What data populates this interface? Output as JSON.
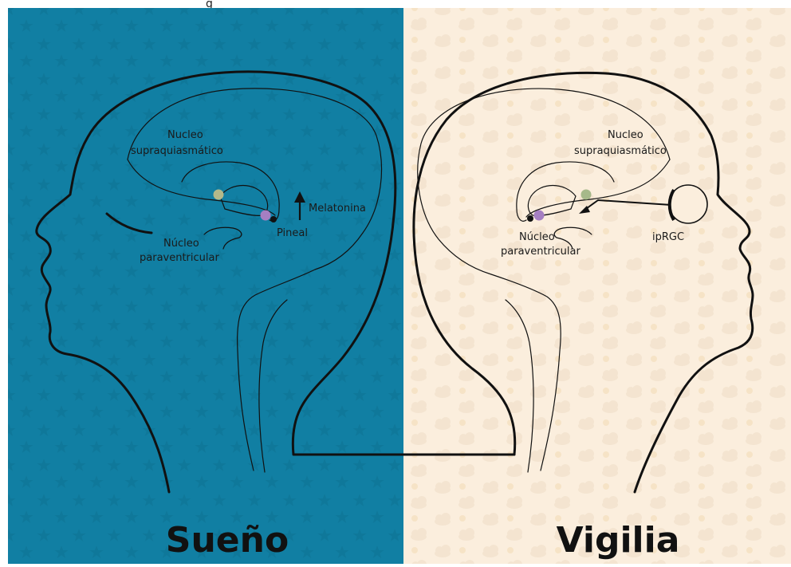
{
  "header_text": "g",
  "sleep_panel": {
    "title": "Sueño",
    "label_scn_line1": "Nucleo",
    "label_scn_line2": "supraquiasmático",
    "label_pvn_line1": "Núcleo",
    "label_pvn_line2": "paraventricular",
    "label_pineal": "Pineal",
    "label_melatonin": "Melatonina"
  },
  "wake_panel": {
    "title": "Vigilia",
    "label_scn_line1": "Nucleo",
    "label_scn_line2": "supraquiasmático",
    "label_pvn_line1": "Núcleo",
    "label_pvn_line2": "paraventricular",
    "label_iprgc": "ipRGC"
  },
  "colors": {
    "sleep_background": "#117fa3",
    "wake_background": "#fbeedd",
    "scn_dot": "#b3b98a",
    "pvn_dot": "#a57fc2",
    "pineal_dot": "#111111",
    "outline": "#111111"
  }
}
